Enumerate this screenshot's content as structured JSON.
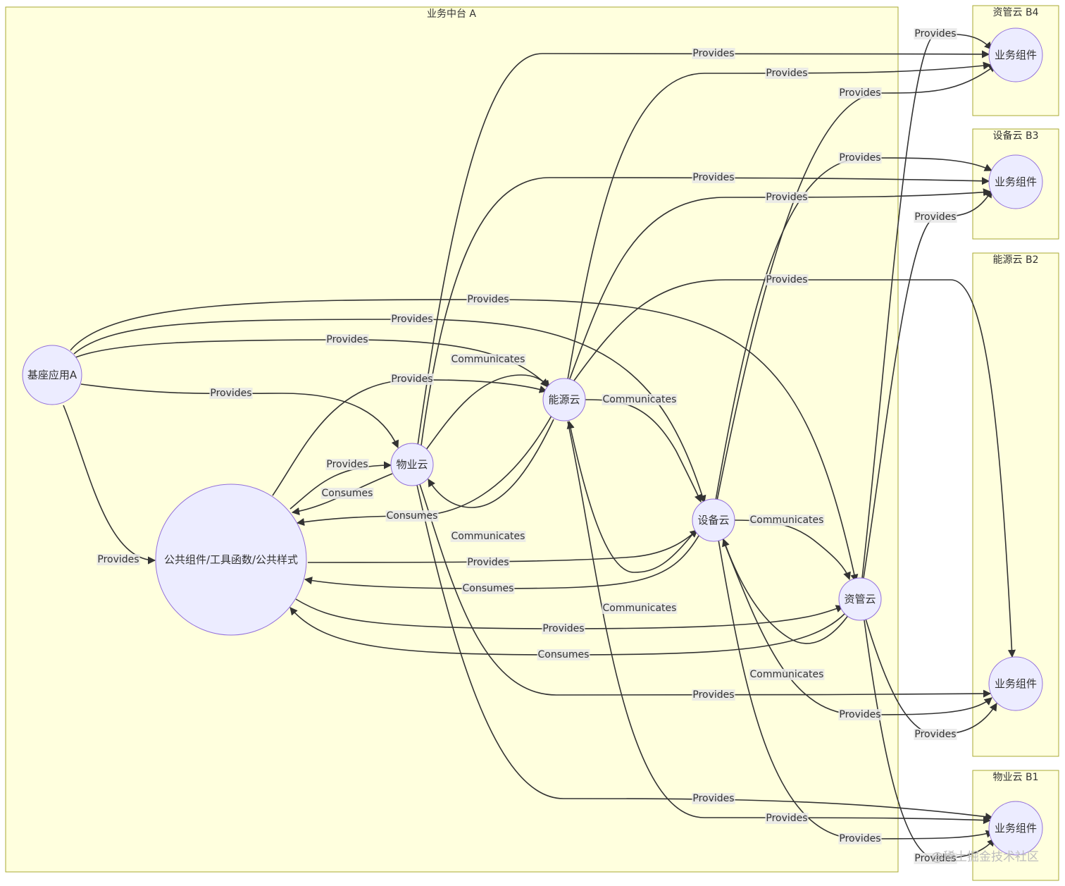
{
  "clusters": {
    "main": "业务中台 A",
    "b4": "资管云 B4",
    "b3": "设备云 B3",
    "b2": "能源云 B2",
    "b1": "物业云 B1"
  },
  "nodes": {
    "base": "基座应用A",
    "common": "公共组件/工具函数/公共样式",
    "wuye": "物业云",
    "nengyuan": "能源云",
    "shebei": "设备云",
    "ziguan": "资管云",
    "comp_b4": "业务组件",
    "comp_b3": "业务组件",
    "comp_b2": "业务组件",
    "comp_b1": "业务组件"
  },
  "edge_labels": {
    "provides": "Provides",
    "consumes": "Consumes",
    "communicates": "Communicates"
  },
  "edges": [
    {
      "from": "base",
      "to": "common",
      "label": "Provides"
    },
    {
      "from": "base",
      "to": "wuye",
      "label": "Provides"
    },
    {
      "from": "base",
      "to": "nengyuan",
      "label": "Provides"
    },
    {
      "from": "base",
      "to": "shebei",
      "label": "Provides"
    },
    {
      "from": "base",
      "to": "ziguan",
      "label": "Provides"
    },
    {
      "from": "common",
      "to": "wuye",
      "label": "Provides"
    },
    {
      "from": "wuye",
      "to": "common",
      "label": "Consumes"
    },
    {
      "from": "common",
      "to": "nengyuan",
      "label": "Provides"
    },
    {
      "from": "nengyuan",
      "to": "common",
      "label": "Consumes"
    },
    {
      "from": "common",
      "to": "shebei",
      "label": "Provides"
    },
    {
      "from": "shebei",
      "to": "common",
      "label": "Consumes"
    },
    {
      "from": "common",
      "to": "ziguan",
      "label": "Provides"
    },
    {
      "from": "ziguan",
      "to": "common",
      "label": "Consumes"
    },
    {
      "from": "wuye",
      "to": "nengyuan",
      "label": "Communicates"
    },
    {
      "from": "nengyuan",
      "to": "wuye",
      "label": "Communicates"
    },
    {
      "from": "nengyuan",
      "to": "shebei",
      "label": "Communicates"
    },
    {
      "from": "shebei",
      "to": "nengyuan",
      "label": "Communicates"
    },
    {
      "from": "shebei",
      "to": "ziguan",
      "label": "Communicates"
    },
    {
      "from": "ziguan",
      "to": "shebei",
      "label": "Communicates"
    },
    {
      "from": "wuye",
      "to": "comp_b4",
      "label": "Provides"
    },
    {
      "from": "wuye",
      "to": "comp_b3",
      "label": "Provides"
    },
    {
      "from": "wuye",
      "to": "comp_b2",
      "label": "Provides"
    },
    {
      "from": "wuye",
      "to": "comp_b1",
      "label": "Provides"
    },
    {
      "from": "nengyuan",
      "to": "comp_b4",
      "label": "Provides"
    },
    {
      "from": "nengyuan",
      "to": "comp_b3",
      "label": "Provides"
    },
    {
      "from": "nengyuan",
      "to": "comp_b2",
      "label": "Provides"
    },
    {
      "from": "nengyuan",
      "to": "comp_b1",
      "label": "Provides"
    },
    {
      "from": "shebei",
      "to": "comp_b4",
      "label": "Provides"
    },
    {
      "from": "shebei",
      "to": "comp_b3",
      "label": "Provides"
    },
    {
      "from": "shebei",
      "to": "comp_b2",
      "label": "Provides"
    },
    {
      "from": "shebei",
      "to": "comp_b1",
      "label": "Provides"
    },
    {
      "from": "ziguan",
      "to": "comp_b4",
      "label": "Provides"
    },
    {
      "from": "ziguan",
      "to": "comp_b3",
      "label": "Provides"
    },
    {
      "from": "ziguan",
      "to": "comp_b2",
      "label": "Provides"
    },
    {
      "from": "ziguan",
      "to": "comp_b1",
      "label": "Provides"
    }
  ],
  "watermark": "@稀土掘金技术社区"
}
